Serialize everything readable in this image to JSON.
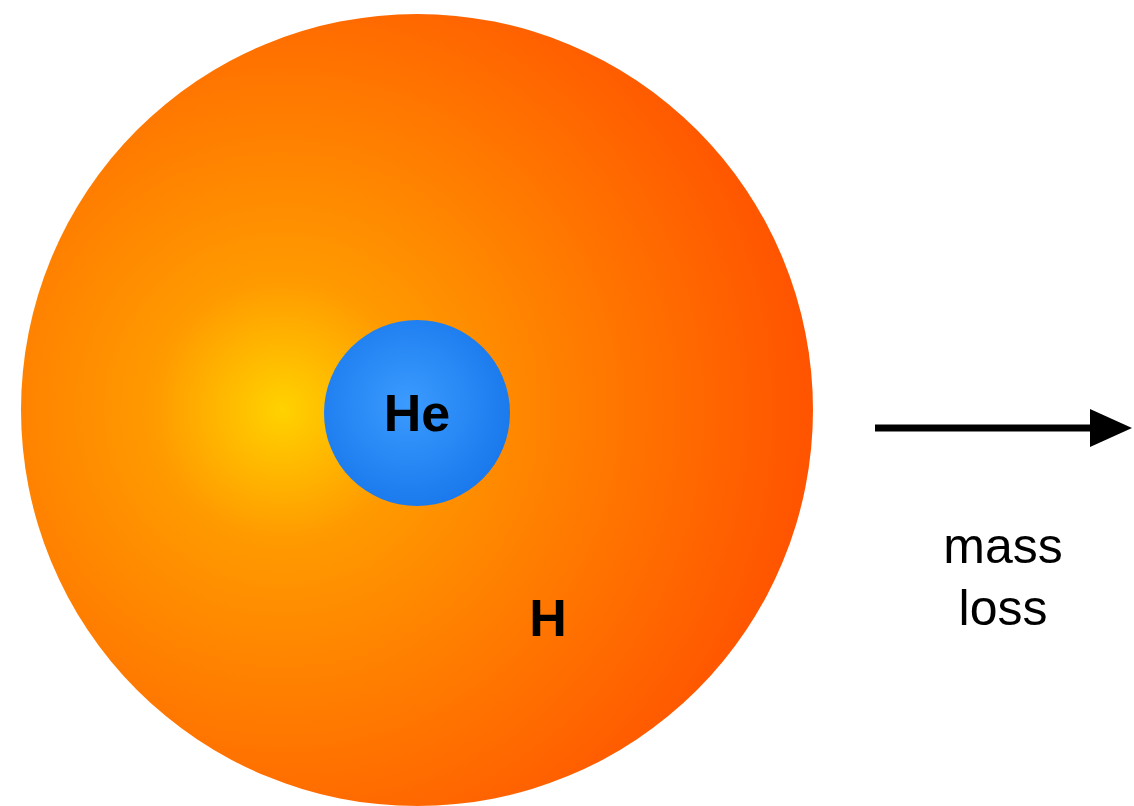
{
  "diagram": {
    "nodes": [
      {
        "text": [
          "H"
        ]
      },
      {
        "text": [
          "He"
        ],
        "in": 0
      }
    ],
    "labels": [
      "mass loss"
    ]
  }
}
